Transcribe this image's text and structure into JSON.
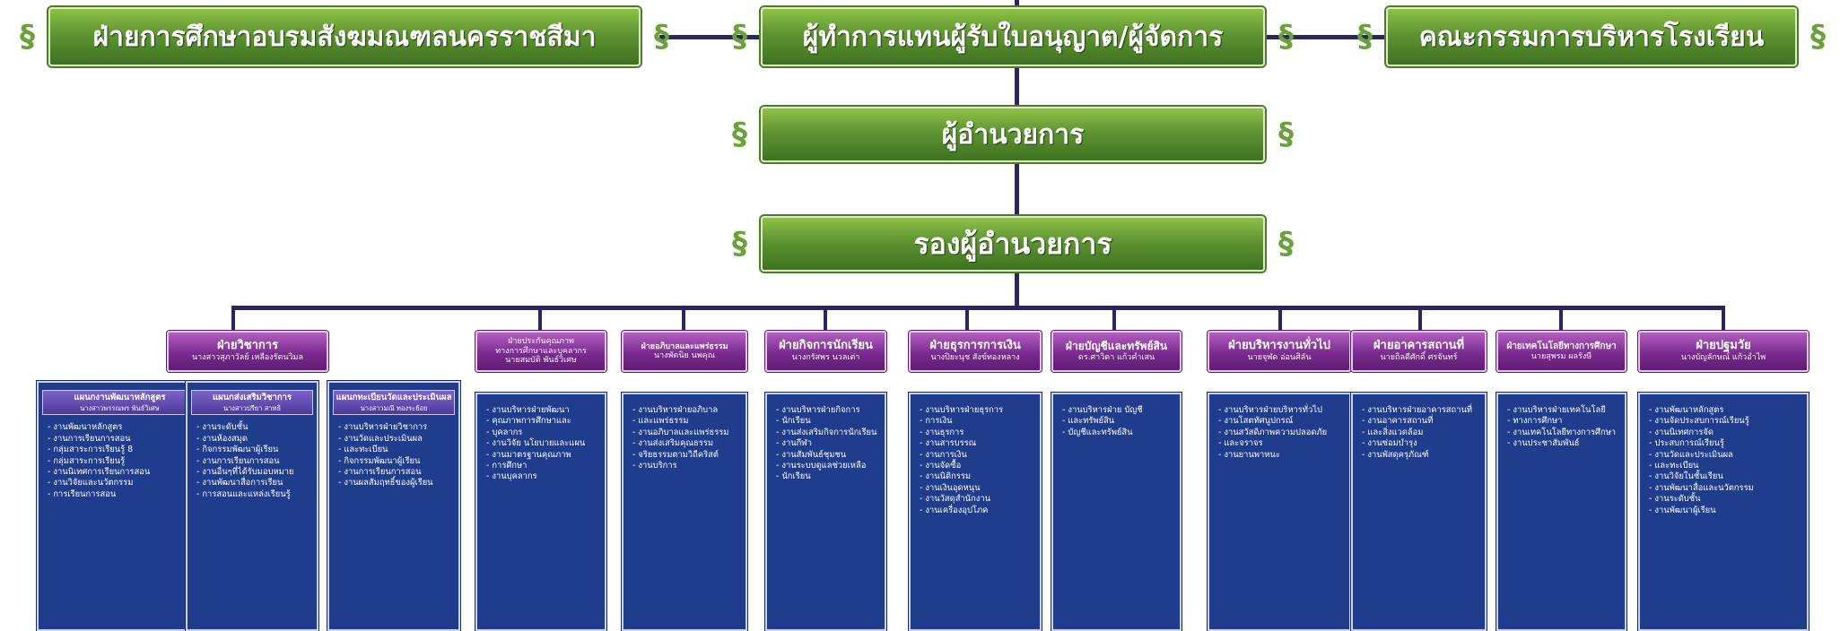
{
  "top_row": {
    "left": "ฝ่ายการศึกษาอบรมสังฆมณฑลนครราชสีมา",
    "center": "ผู้ทำการแทนผู้รับใบอนุญาต/ผู้จัดการ",
    "right": "คณะกรรมการบริหารโรงเรียน"
  },
  "director": "ผู้อำนวยการ",
  "deputy": "รองผู้อำนวยการ",
  "ornament": "§",
  "colors": {
    "line": "#2b2660",
    "green": "#5f9433",
    "purple": "#7b2b90",
    "blue": "#1f3d8c"
  },
  "departments": [
    {
      "title": "ฝ่ายวิชาการ",
      "head": "นางสาวสุภาวัลย์ เหลืองรัตนวิมล",
      "subunits": [
        {
          "title": "แผนกงานพัฒนาหลักสูตร",
          "head": "นางสาวพรรณพร พันธ์วิเศษ",
          "items": [
            "งานพัฒนาหลักสูตร",
            "งานการเรียนการสอน",
            "กลุ่มสาระการเรียนรู้ 8",
            "กลุ่มสาระการเรียนรู้",
            "งานนิเทศการเรียนการสอน",
            "งานวิจัยและนวัตกรรม",
            "การเรียนการสอน"
          ]
        },
        {
          "title": "แผนกส่งเสริมวิชาการ",
          "head": "นางสาวปรียา สาทธิ",
          "items": [
            "งานระดับชั้น",
            "งานห้องสมุด",
            "กิจกรรมพัฒนาผู้เรียน",
            "งานการเรียนการสอน",
            "งานอื่นๆที่ได้รับมอบหมาย",
            "งานพัฒนาสื่อการเรียน",
            "การสอนและแหล่งเรียนรู้"
          ]
        },
        {
          "title": "แผนกทะเบียนวัดและประเมินผล",
          "head": "นางสาวมณี ทองระย้อย",
          "items": [
            "งานบริหารฝ่ายวิชาการ",
            "งานวัดและประเมินผล",
            "และทะเบียน",
            "กิจกรรมพัฒนาผู้เรียน",
            "งานการเรียนการสอน",
            "งานผลสัมฤทธิ์ของผู้เรียน"
          ]
        }
      ]
    },
    {
      "title": "ฝ่ายประกันคุณภาพ",
      "title2": "ทางการศึกษาและบุคลากร",
      "head": "นายสมบัติ พันธ์วิเศษ",
      "items": [
        "งานบริหารฝ่ายพัฒนา",
        "คุณภาพการศึกษาและ",
        "บุคลากร",
        "งานวิจัย นโยบายและแผน",
        "งานมาตรฐานคุณภาพ",
        "การศึกษา",
        "งานบุคลากร"
      ]
    },
    {
      "title": "ฝ่ายอภิบาลและแพร่ธรรม",
      "head": "นางพัตนิย นพคุณ",
      "items": [
        "งานบริหารฝ่ายอภิบาล",
        "และแพร่ธรรม",
        "งานอภิบาลและแพร่ธรรม",
        "งานส่งเสริมคุณธรรม",
        "จริยธรรมตามวิถีคริสต์",
        "งานบริการ"
      ]
    },
    {
      "title": "ฝ่ายกิจการนักเรียน",
      "head": "นางกรัสพร นวลเต่า",
      "items": [
        "งานบริหารฝ่ายกิจการ",
        "นักเรียน",
        "งานส่งเสริมกิจการนักเรียน",
        "งานกีฬา",
        "งานสัมพันธ์ชุมชน",
        "งานระบบดูแลช่วยเหลือ",
        "นักเรียน"
      ]
    },
    {
      "title": "ฝ่ายธุรการการเงิน",
      "head": "นางปิยะนุช สังข์ทองหลาง",
      "items": [
        "งานบริหารฝ่ายธุรการ",
        "การเงิน",
        "งานธุรการ",
        "งานสารบรรณ",
        "งานการเงิน",
        "งานจัดซื้อ",
        "งานนิติกรรม",
        "งานเงินอุดหนุน",
        "งานวัสดุสำนักงาน",
        "งานเครื่องอุปโภค"
      ]
    },
    {
      "title": "ฝ่ายบัญชีและทรัพย์สิน",
      "head": "ดร.ศาวิตา แก้วคำเสน",
      "items": [
        "งานบริหารฝ่าย บัญชี",
        "และทรัพย์สิน",
        "บัญชีและทรัพย์สิน"
      ]
    },
    {
      "title": "ฝ่ายบริหารงานทั่วไป",
      "head": "นายจุฬด อ่อนศิลัน",
      "items": [
        "งานบริหารฝ่ายบริหารทั่วไป",
        "งานโสตทัศนูปกรณ์",
        "งานสวัสดิภาพความปลอดภัย",
        "และจราจร",
        "งานยานพาหนะ"
      ]
    },
    {
      "title": "ฝ่ายอาคารสถานที่",
      "head": "นายถิลดีศักดิ์ ศรจันทร์",
      "items": [
        "งานบริหารฝ่ายอาคารสถานที่",
        "งานอาคารสถานที่",
        "และสิ่งแวดล้อม",
        "งานซ่อมบำรุง",
        "งานพัสดุครุภัณฑ์"
      ]
    },
    {
      "title": "ฝ่ายเทคโนโลยีทางการศึกษา",
      "head": "นายสุพรม ผลรังษี",
      "items": [
        "งานบริหารฝ่ายเทคโนโลยี",
        "ทางการศึกษา",
        "งานเทคโนโลยีทางการศึกษา",
        "งานประชาสัมพันธ์"
      ]
    },
    {
      "title": "ฝ่ายปฐมวัย",
      "head": "นางบัญลักษณ์ แก้วอำไพ",
      "items": [
        "งานพัฒนาหลักสูตร",
        "งานจัดประสบการณ์เรียนรู้",
        "งานนิเทศการจัด",
        "ประสบการณ์เรียนรู้",
        "งานวัดและประเมินผล",
        "และทะเบียน",
        "งานวิจัยในชั้นเรียน",
        "งานพัฒนาสื่อและนวัตกรรม",
        "งานระดับชั้น",
        "งานพัฒนาผู้เรียน"
      ]
    }
  ]
}
